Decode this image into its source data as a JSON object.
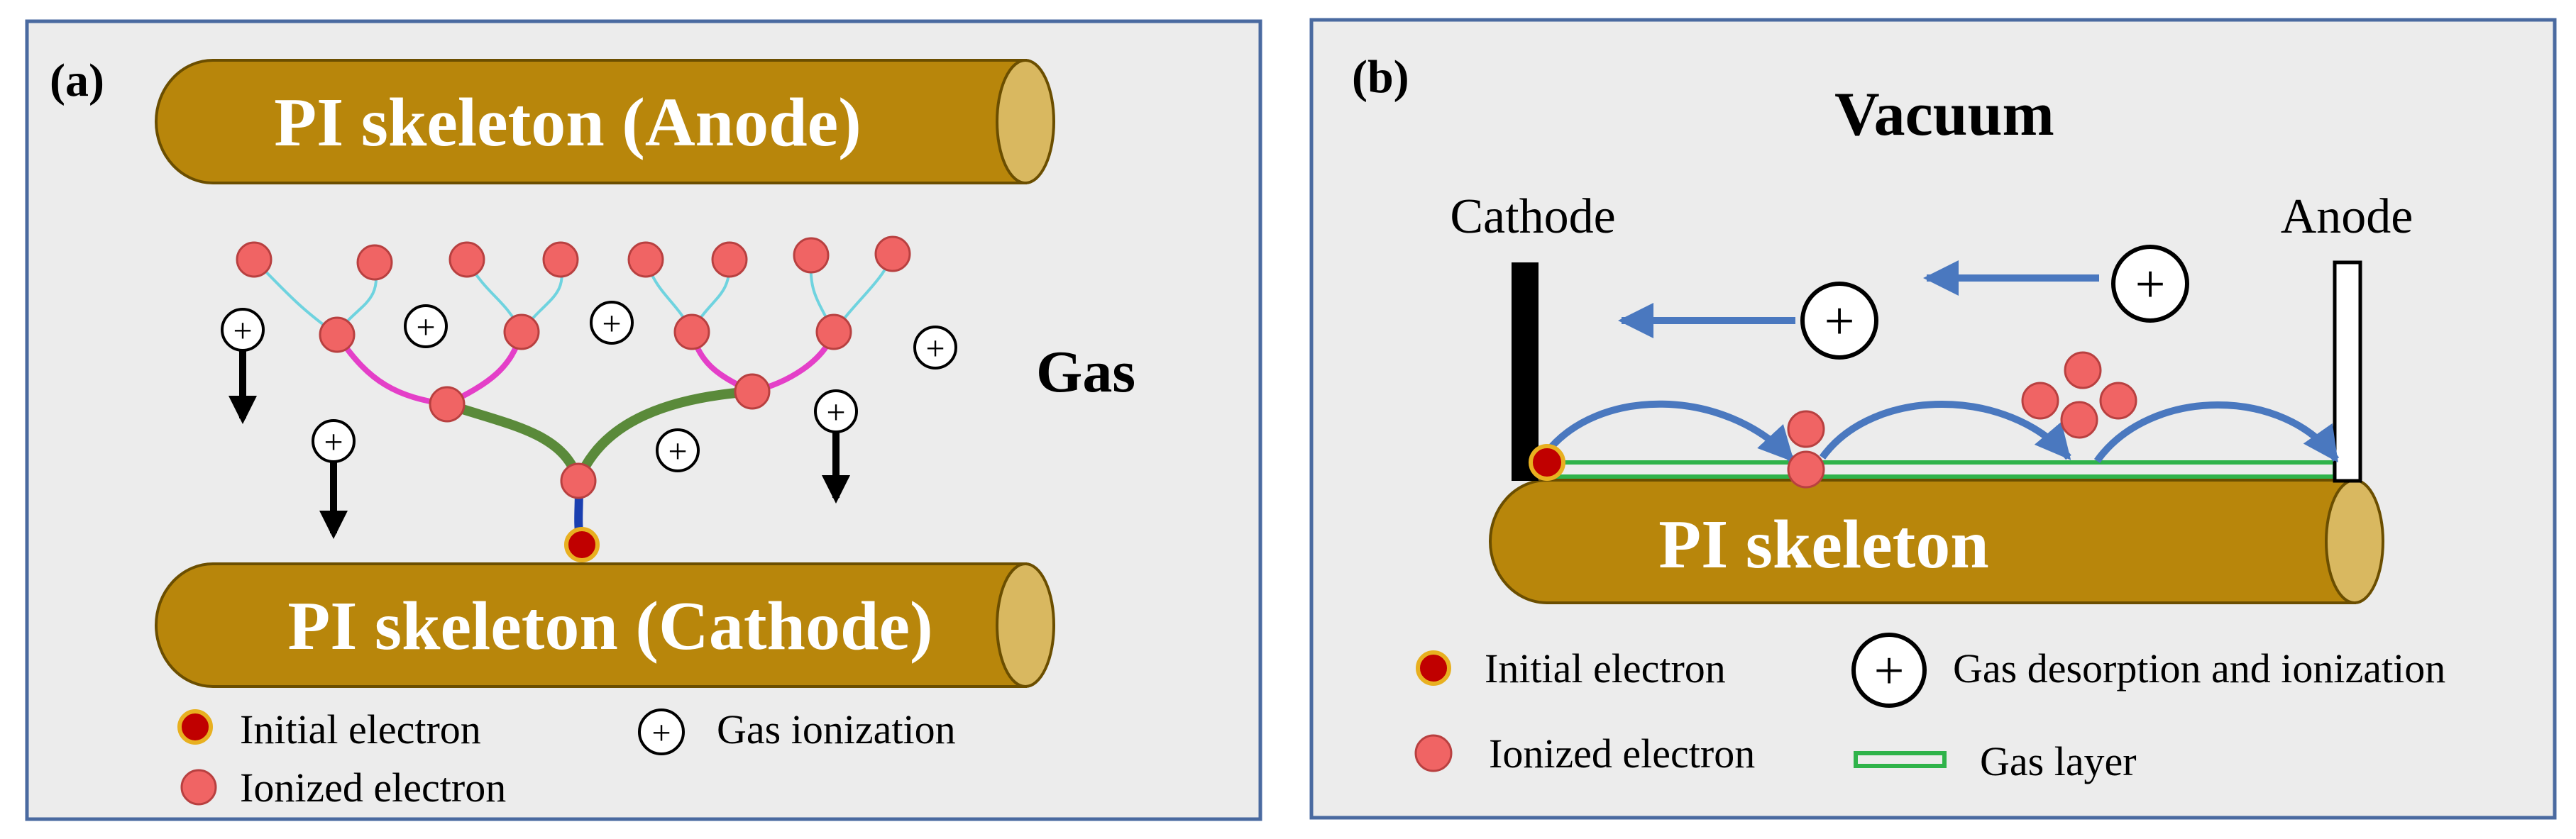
{
  "panel_a": {
    "label": "(a)",
    "anode_label": "PI skeleton (Anode)",
    "cathode_label": "PI skeleton (Cathode)",
    "gas_label": "Gas",
    "legend": {
      "initial_electron": "Initial electron",
      "ionized_electron": "Ionized electron",
      "gas_ionization": "Gas ionization"
    }
  },
  "panel_b": {
    "label": "(b)",
    "vacuum_label": "Vacuum",
    "cathode_label": "Cathode",
    "anode_label": "Anode",
    "skeleton_label": "PI skeleton",
    "legend": {
      "initial_electron": "Initial electron",
      "ionized_electron": "Ionized electron",
      "gas_desorption": "Gas desorption and ionization",
      "gas_layer": "Gas layer"
    }
  },
  "symbols": {
    "plus": "+"
  },
  "colors": {
    "panel_bg": "#ececec",
    "panel_border": "#4a6aa0",
    "rod_fill": "#b8860b",
    "rod_end": "#d9b860",
    "ionized_electron": "#f06464",
    "initial_electron": "#c00000",
    "electron_rim": "#e8b020",
    "branch_cyan": "#6fd3df",
    "branch_magenta": "#e43fc8",
    "branch_green": "#5a8a3a",
    "branch_blue": "#1a3fb0",
    "arrow_blue": "#4a78bf",
    "gas_layer": "#2fb34a"
  }
}
